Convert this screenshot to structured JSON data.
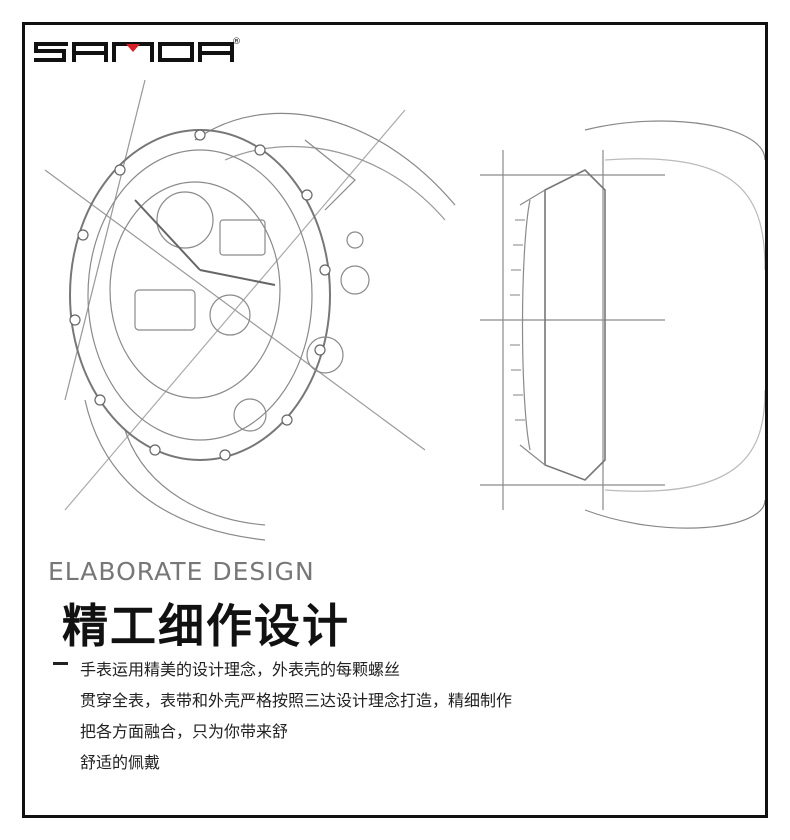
{
  "brand": {
    "name": "SANDA",
    "registered_mark": "®"
  },
  "heading": {
    "english": "ELABORATE DESIGN",
    "chinese": "精工细作设计"
  },
  "description": {
    "lines": [
      "手表运用精美的设计理念，外表壳的每颗螺丝",
      "贯穿全表，表带和外壳严格按照三达设计理念打造，精细制作",
      "把各方面融合，只为你带来舒",
      "舒适的佩戴"
    ]
  },
  "colors": {
    "ink": "#111111",
    "sketch": "#777777",
    "muted": "#777777",
    "brand_accent": "#d81f26"
  }
}
